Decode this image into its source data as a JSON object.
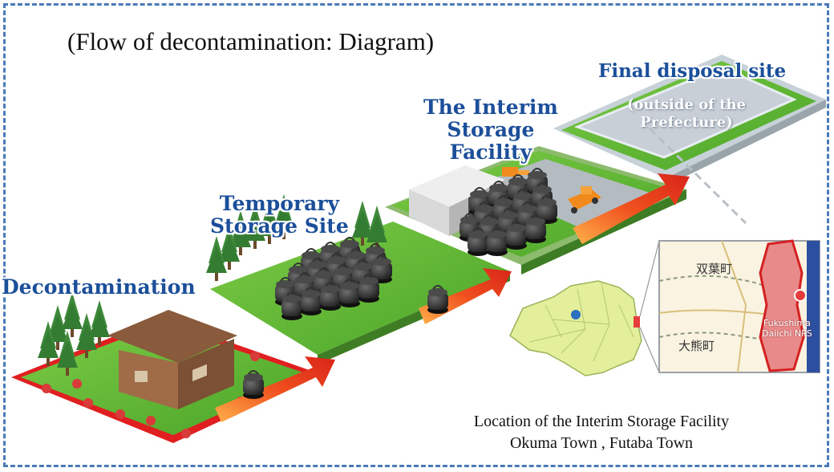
{
  "title": "(Flow of decontamination: Diagram)",
  "stages": {
    "decontamination": "Decontamination",
    "temporary_line1": "Temporary",
    "temporary_line2": "Storage Site",
    "interim_line1": "The Interim",
    "interim_line2": "Storage",
    "interim_line3": "Facility",
    "final_title": "Final disposal site",
    "final_sub_line1": "(outside of the",
    "final_sub_line2": "Prefecture)"
  },
  "map": {
    "futaba_label": "双葉町",
    "okuma_label": "大熊町",
    "npp_line1": "Fukushima",
    "npp_line2": "Daiichi NPS"
  },
  "caption": {
    "line1": "Location of the Interim Storage Facility",
    "line2": "Okuma Town , Futaba Town"
  },
  "colors": {
    "frame": "#4a7ab8",
    "label_blue": "#1c4f9a",
    "grass": "#5cb531",
    "arrow": "#e8381c",
    "border_red": "#e02020"
  }
}
